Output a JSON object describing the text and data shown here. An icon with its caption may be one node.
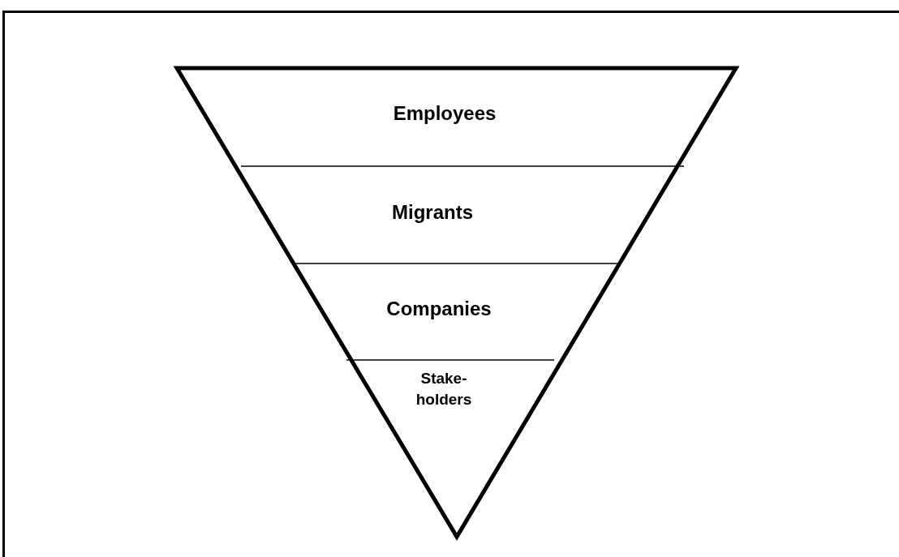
{
  "diagram": {
    "nodes": [
      {
        "text": [
          "Employees"
        ]
      },
      {
        "text": [
          "Migrants"
        ]
      },
      {
        "text": [
          "Companies"
        ]
      },
      {
        "text": [
          "Stake- holders"
        ]
      }
    ]
  }
}
